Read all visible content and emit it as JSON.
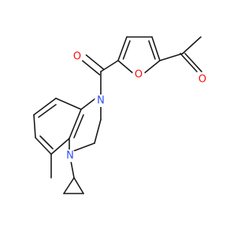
{
  "molecule": {
    "atoms": {
      "carbonyl_o": {
        "label": "O",
        "color": "#ff0d0d"
      },
      "furan_o": {
        "label": "O",
        "color": "#ff0d0d"
      },
      "acetyl_o": {
        "label": "O",
        "color": "#ff0d0d"
      },
      "amide_n": {
        "label": "N",
        "color": "#3050f8"
      },
      "amine_n": {
        "label": "N",
        "color": "#3050f8"
      }
    },
    "bond_color": "#1a1a1a",
    "background": "#ffffff"
  }
}
